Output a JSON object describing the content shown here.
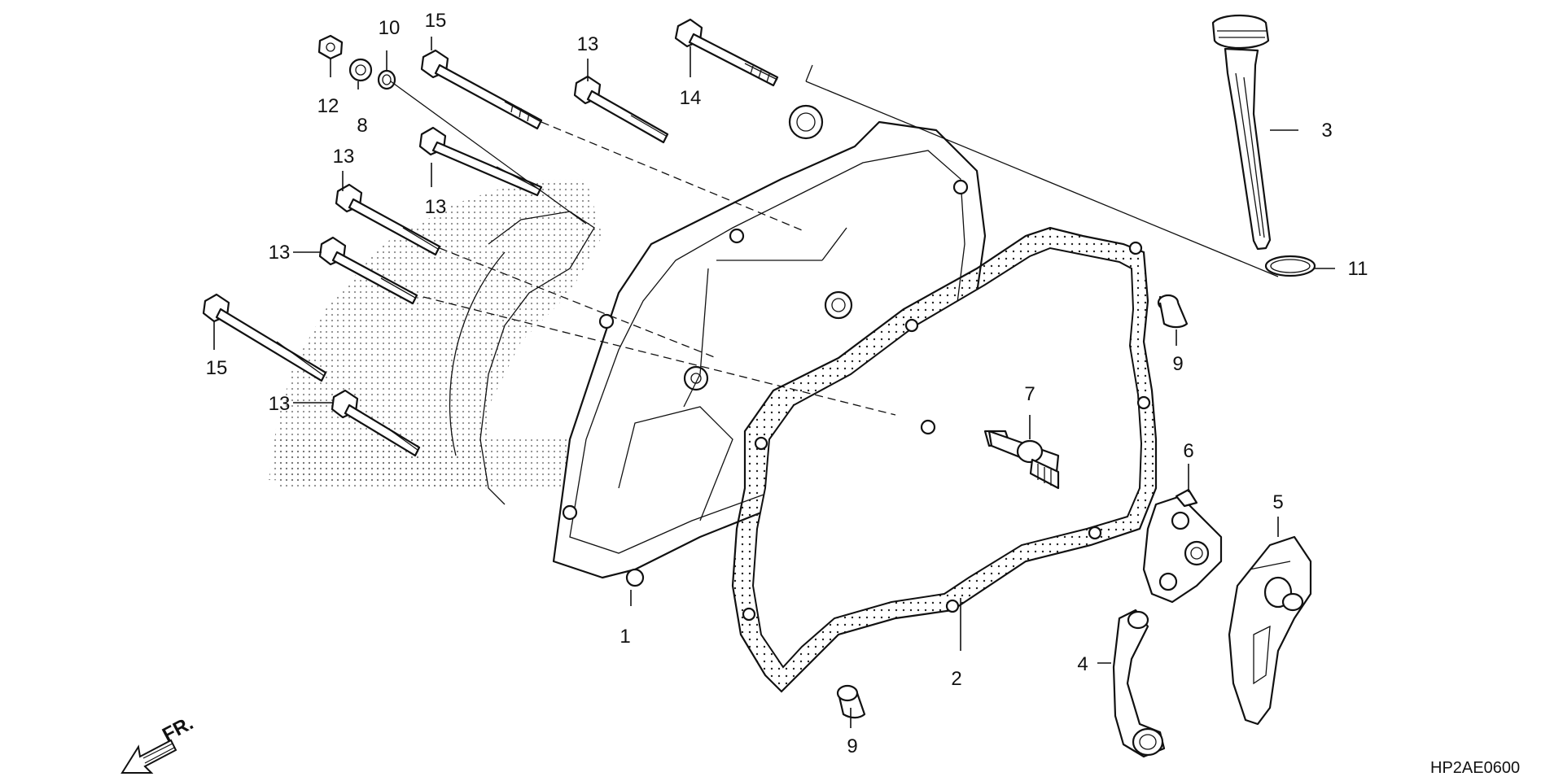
{
  "diagram": {
    "code": "HP2AE0600",
    "front_label": "FR.",
    "callouts": [
      {
        "id": "c1",
        "text": "1"
      },
      {
        "id": "c2",
        "text": "2"
      },
      {
        "id": "c3",
        "text": "3"
      },
      {
        "id": "c4",
        "text": "4"
      },
      {
        "id": "c5",
        "text": "5"
      },
      {
        "id": "c6",
        "text": "6"
      },
      {
        "id": "c7",
        "text": "7"
      },
      {
        "id": "c8",
        "text": "8"
      },
      {
        "id": "c9a",
        "text": "9"
      },
      {
        "id": "c9b",
        "text": "9"
      },
      {
        "id": "c10",
        "text": "10"
      },
      {
        "id": "c11",
        "text": "11"
      },
      {
        "id": "c12",
        "text": "12"
      },
      {
        "id": "c13a",
        "text": "13"
      },
      {
        "id": "c13b",
        "text": "13"
      },
      {
        "id": "c13c",
        "text": "13"
      },
      {
        "id": "c13d",
        "text": "13"
      },
      {
        "id": "c13e",
        "text": "13"
      },
      {
        "id": "c14",
        "text": "14"
      },
      {
        "id": "c15a",
        "text": "15"
      },
      {
        "id": "c15b",
        "text": "15"
      }
    ]
  }
}
